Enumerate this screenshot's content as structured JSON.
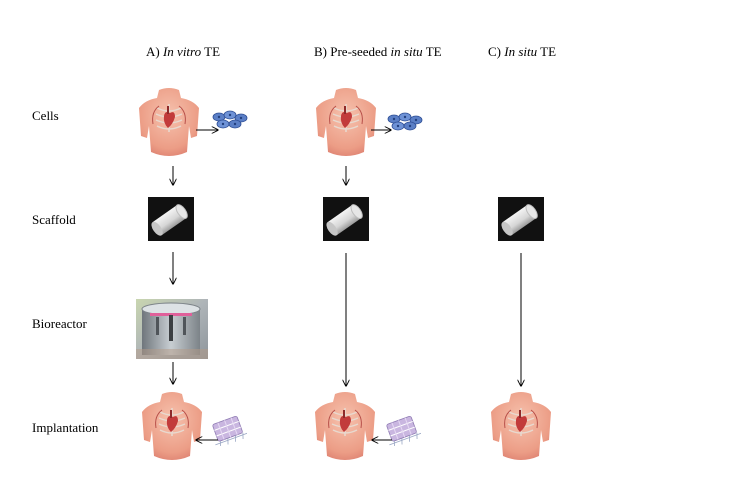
{
  "columns": [
    {
      "prefix": "A) ",
      "italic": "In vitro",
      "suffix": " TE"
    },
    {
      "prefix": "B) Pre-seeded ",
      "italic": "in situ",
      "suffix": " TE"
    },
    {
      "prefix": "C) ",
      "italic": "In situ",
      "suffix": " TE"
    }
  ],
  "rows": {
    "cells": "Cells",
    "scaffold": "Scaffold",
    "bioreactor": "Bioreactor",
    "implantation": "Implantation"
  },
  "colors": {
    "skin": "#f0a890",
    "skin_shadow": "#d9786a",
    "heart": "#c23b3b",
    "rib": "#e8d9cf",
    "cell": "#5b7fc6",
    "scaffold_bg": "#111111",
    "scaffold_tube": "#d9d9d9",
    "patch": "#c9b6e0"
  }
}
